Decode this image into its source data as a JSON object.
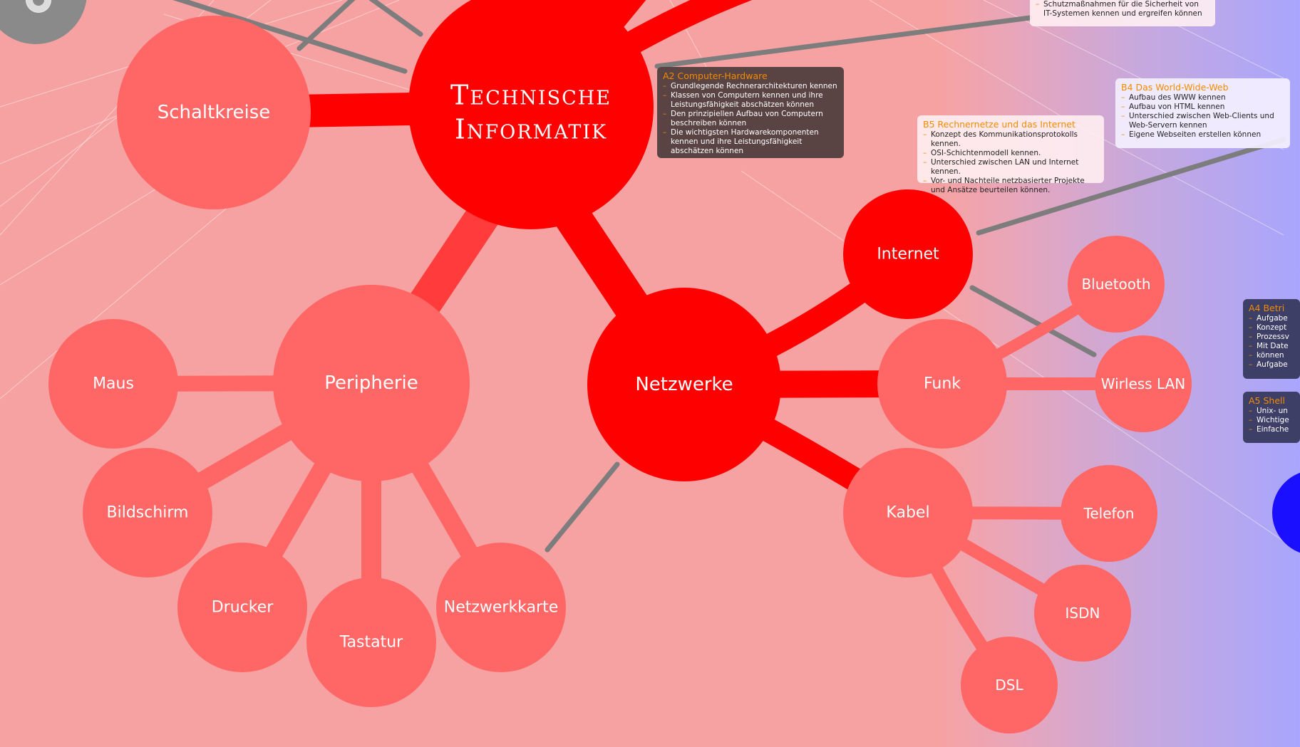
{
  "colors": {
    "root": "#ff0000",
    "primary": "#ff0000",
    "secondary": "#ff6666",
    "connector": "#7d7d7d",
    "gear": "#8a8a8a",
    "blue_node": "#1a10ff",
    "heading_orange": "#f28b00"
  },
  "root": {
    "line1": "Technische",
    "line2": "Informatik"
  },
  "nodes": {
    "schaltkreise": "Schaltkreise",
    "peripherie": "Peripherie",
    "maus": "Maus",
    "bildschirm": "Bildschirm",
    "drucker": "Drucker",
    "tastatur": "Tastatur",
    "netzwerkkarte": "Netzwerkkarte",
    "netzwerke": "Netzwerke",
    "internet": "Internet",
    "funk": "Funk",
    "bluetooth": "Bluetooth",
    "wlan": "Wirless LAN",
    "kabel": "Kabel",
    "telefon": "Telefon",
    "isdn": "ISDN",
    "dsl": "DSL"
  },
  "boxes": {
    "top": {
      "items": [
        "Schutzmaßnahmen für die Sicherheit von IT-Systemen kennen und ergreifen können"
      ]
    },
    "a2": {
      "title": "A2 Computer-Hardware",
      "items": [
        "Grundlegende Rechnerarchitekturen kennen",
        "Klassen von Computern kennen und ihre Leistungsfähigkeit abschätzen können",
        "Den prinzipiellen Aufbau von Computern beschreiben können",
        "Die wichtigsten Hardwarekomponenten kennen und ihre Leistungsfähigkeit abschätzen können"
      ]
    },
    "b5": {
      "title": "B5 Rechnernetze und das Internet",
      "items": [
        "Konzept des Kommunikationsprotokolls kennen.",
        "OSI-Schichtenmodell kennen.",
        "Unterschied zwischen LAN und Internet kennen.",
        "Vor- und Nachteile netzbasierter Projekte und Ansätze beurteilen können."
      ]
    },
    "b4": {
      "title": "B4 Das World-Wide-Web",
      "items": [
        "Aufbau des WWW kennen",
        "Aufbau von HTML kennen",
        "Unterschied zwischen Web-Clients und Web-Servern kennen",
        "Eigene Webseiten erstellen können"
      ]
    },
    "a4": {
      "title": "A4 Betri",
      "items": [
        "Aufgabe",
        "Konzept",
        "Prozessv",
        "Mit Date",
        "können",
        "Aufgabe"
      ]
    },
    "a5": {
      "title": "A5 Shell",
      "items": [
        "Unix- un",
        "Wichtige",
        "Einfache"
      ]
    }
  }
}
